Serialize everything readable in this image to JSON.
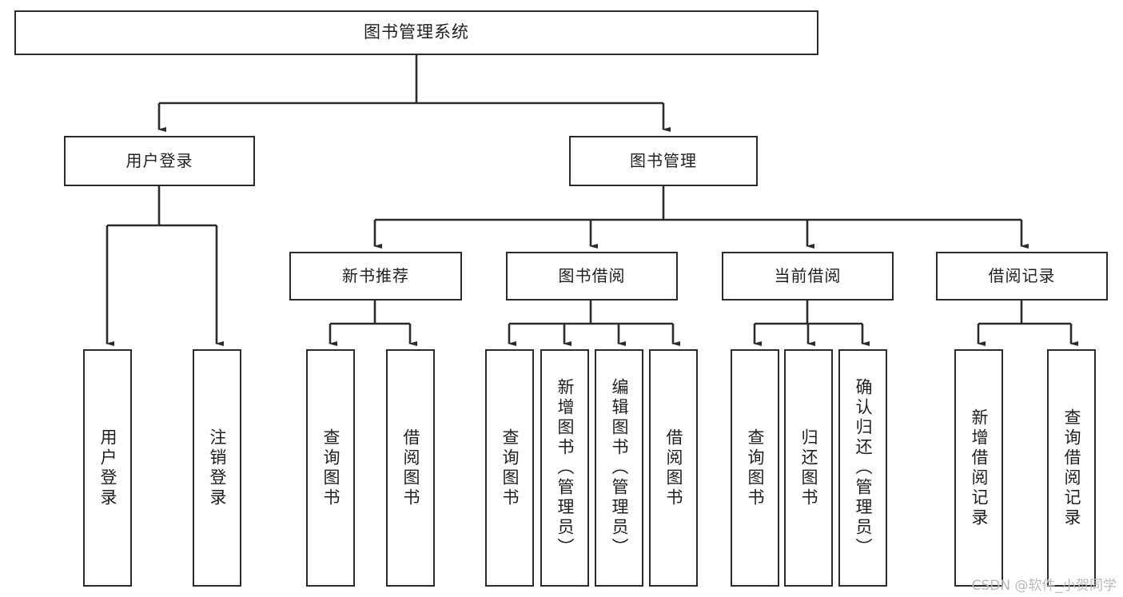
{
  "diagram": {
    "title": "图书管理系统",
    "type": "hierarchy-tree",
    "stroke_color": "#2b2b2b",
    "fill_color": "#ffffff",
    "text_color": "#1f1f1f"
  },
  "root": {
    "label": "图书管理系统"
  },
  "level1": [
    {
      "label": "用户登录"
    },
    {
      "label": "图书管理"
    }
  ],
  "level2": [
    {
      "label": "新书推荐"
    },
    {
      "label": "图书借阅"
    },
    {
      "label": "当前借阅"
    },
    {
      "label": "借阅记录"
    }
  ],
  "leaves": {
    "user_login": [
      {
        "label": "用户登录"
      },
      {
        "label": "注销登录"
      }
    ],
    "new_book": [
      {
        "label": "查询图书"
      },
      {
        "label": "借阅图书"
      }
    ],
    "book_borrow": [
      {
        "label": "查询图书"
      },
      {
        "label": "新增图书（管理员）"
      },
      {
        "label": "编辑图书（管理员）"
      },
      {
        "label": "借阅图书"
      }
    ],
    "current_borrow": [
      {
        "label": "查询图书"
      },
      {
        "label": "归还图书"
      },
      {
        "label": "确认归还（管理员）"
      }
    ],
    "borrow_record": [
      {
        "label": "新增借阅记录"
      },
      {
        "label": "查询借阅记录"
      }
    ]
  },
  "watermark": {
    "text": "CSDN @软件_小贺同学"
  }
}
